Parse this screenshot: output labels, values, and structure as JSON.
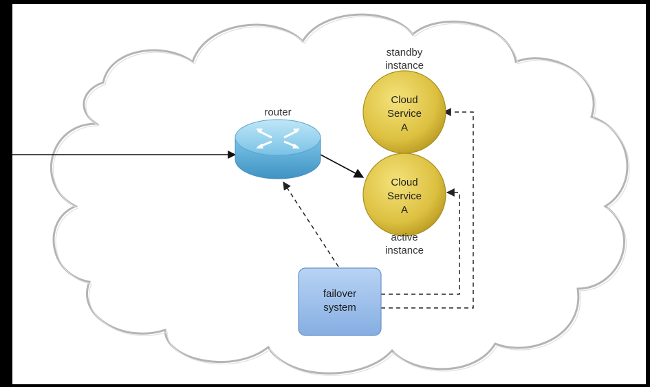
{
  "labels": {
    "standby_line1": "standby",
    "standby_line2": "instance",
    "router": "router",
    "active_line1": "active",
    "active_line2": "instance"
  },
  "standby_service": {
    "line1": "Cloud",
    "line2": "Service",
    "line3": "A"
  },
  "active_service": {
    "line1": "Cloud",
    "line2": "Service",
    "line3": "A"
  },
  "failover": {
    "line1": "failover",
    "line2": "system"
  },
  "colors": {
    "cloud_fill": "#ffffff",
    "cloud_stroke": "#b0b0b0",
    "service_fill": "#e3c84a",
    "router_fill": "#7ec8e8",
    "failover_fill": "#9cc0ea"
  },
  "icons": {
    "router": "router-arrows-icon"
  }
}
